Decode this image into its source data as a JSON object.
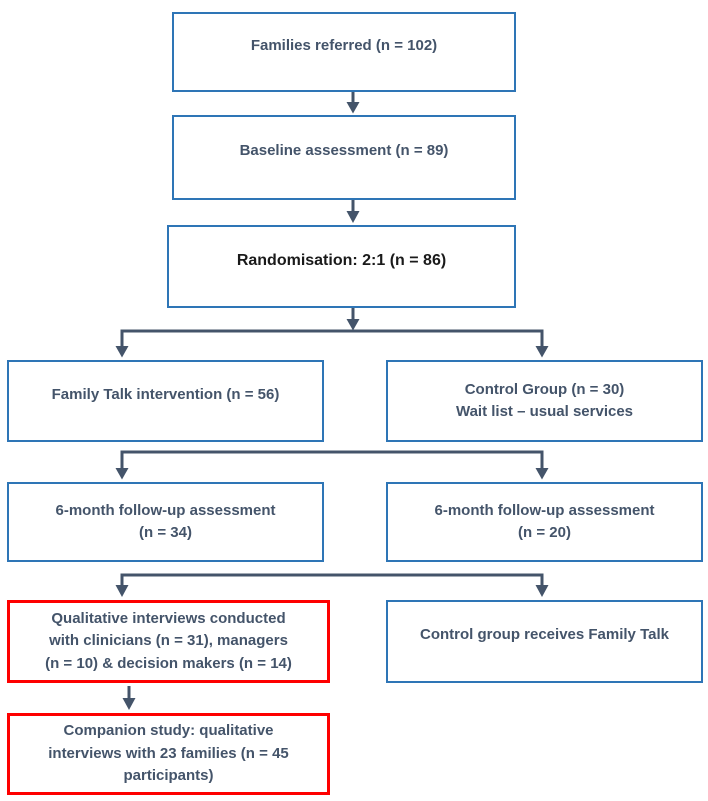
{
  "colors": {
    "blue_border": "#2E75B6",
    "red_border": "#FE0000",
    "arrow": "#44546A",
    "text_primary": "#44546A",
    "text_emphasis": "#1A1A1A",
    "background": "#FFFFFF"
  },
  "boxes": {
    "families_referred": {
      "text": "Families referred (n = 102)"
    },
    "baseline_assessment": {
      "text": "Baseline assessment (n = 89)"
    },
    "randomisation": {
      "text": "Randomisation: 2:1 (n = 86)"
    },
    "family_talk_intervention": {
      "text": "Family Talk intervention (n = 56)"
    },
    "control_group": {
      "text": "Control Group (n = 30)\nWait list – usual services"
    },
    "followup_intervention": {
      "text": "6-month follow-up assessment\n(n = 34)"
    },
    "followup_control": {
      "text": "6-month follow-up assessment\n(n = 20)"
    },
    "qualitative_interviews": {
      "text": "Qualitative interviews conducted\nwith clinicians (n = 31), managers\n(n = 10) & decision makers (n = 14)"
    },
    "control_receives_family_talk": {
      "text": "Control group receives Family Talk"
    },
    "companion_study": {
      "text": "Companion study: qualitative\ninterviews with 23 families (n = 45\nparticipants)"
    }
  }
}
